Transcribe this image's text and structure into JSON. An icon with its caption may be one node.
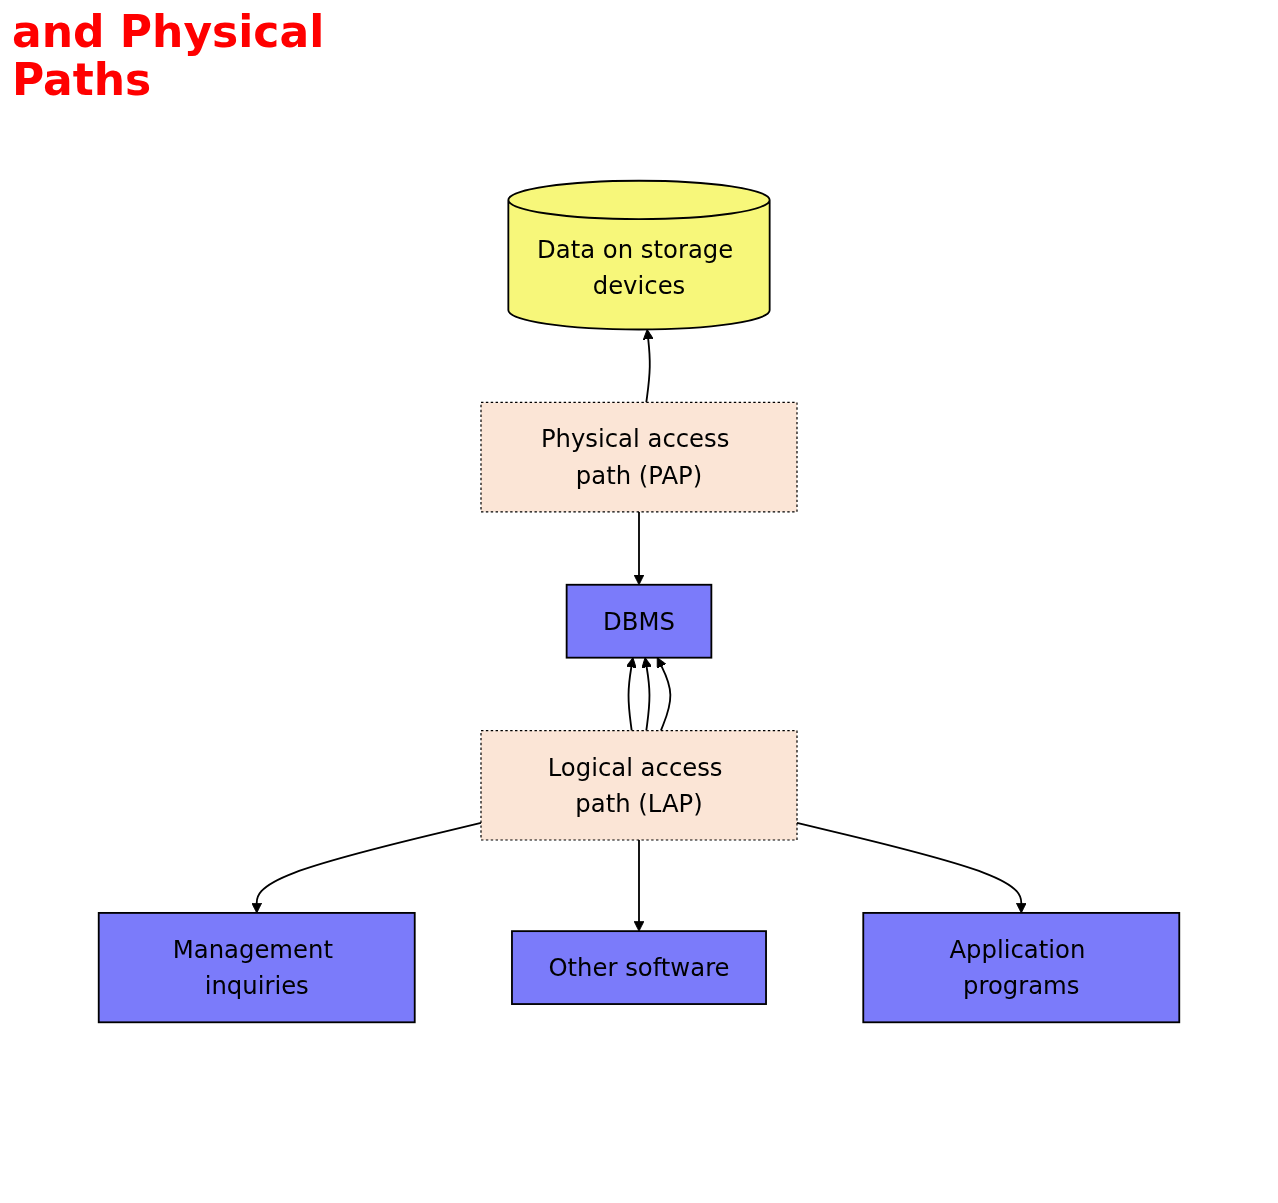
{
  "diagram": {
    "title": "and Physical Paths",
    "nodes": [
      {
        "text": [
          "Data on storage devices"
        ]
      },
      {
        "text": [
          "Physical access path (PAP)"
        ]
      },
      {
        "text": [
          "DBMS"
        ]
      },
      {
        "text": [
          "Logical access path (LAP)"
        ]
      },
      {
        "text": [
          "Management inquiries"
        ]
      },
      {
        "text": [
          "Other software"
        ]
      },
      {
        "text": [
          "Application programs"
        ]
      }
    ],
    "edges": [
      {
        "from": 1,
        "to": 0,
        "arrow": "to"
      },
      {
        "from": 1,
        "to": 2,
        "arrow": "to"
      },
      {
        "from": 3,
        "to": 2,
        "arrow": "to"
      },
      {
        "from": 3,
        "to": 2,
        "arrow": "to"
      },
      {
        "from": 3,
        "to": 2,
        "arrow": "to"
      },
      {
        "from": 3,
        "to": 4,
        "arrow": "to"
      },
      {
        "from": 3,
        "to": 5,
        "arrow": "to"
      },
      {
        "from": 3,
        "to": 6,
        "arrow": "to"
      }
    ]
  }
}
